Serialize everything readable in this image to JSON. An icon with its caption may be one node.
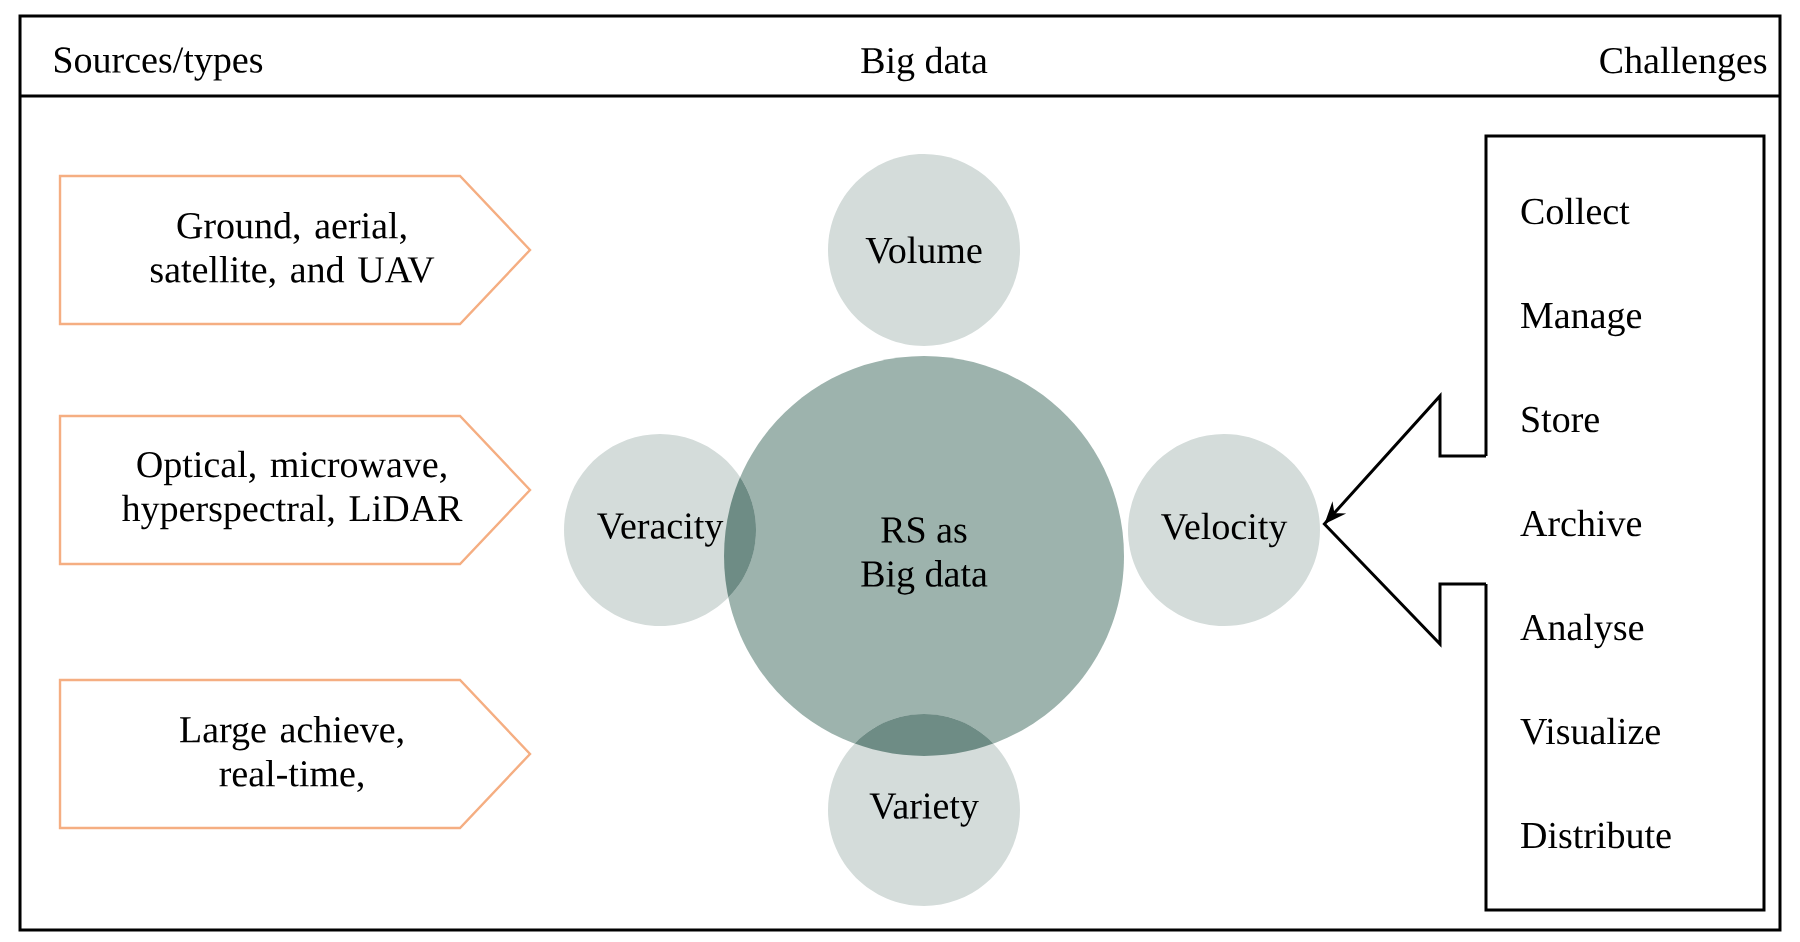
{
  "diagram": {
    "nodes": [
      {
        "text": [
          "Ground, aerial, satellite, and UAV"
        ]
      },
      {
        "text": [
          "Optical, microwave, hyperspectral, LiDAR"
        ]
      },
      {
        "text": [
          "Large achieve, real-time,"
        ]
      },
      {
        "text": [
          "RS as Big data"
        ]
      },
      {
        "text": [
          "Volume"
        ]
      },
      {
        "text": [
          "Veracity"
        ]
      },
      {
        "text": [
          "Velocity"
        ]
      },
      {
        "text": [
          "Variety"
        ]
      },
      {
        "text": [
          "Collect",
          "Manage",
          "Store",
          "Archive",
          "Analyse",
          "Visualize",
          "Distribute"
        ]
      }
    ],
    "edges": [
      {
        "from": 8,
        "to": 6,
        "arrow": "to"
      }
    ],
    "labels": [
      "Sources/types",
      "Big data",
      "Challenges"
    ]
  }
}
